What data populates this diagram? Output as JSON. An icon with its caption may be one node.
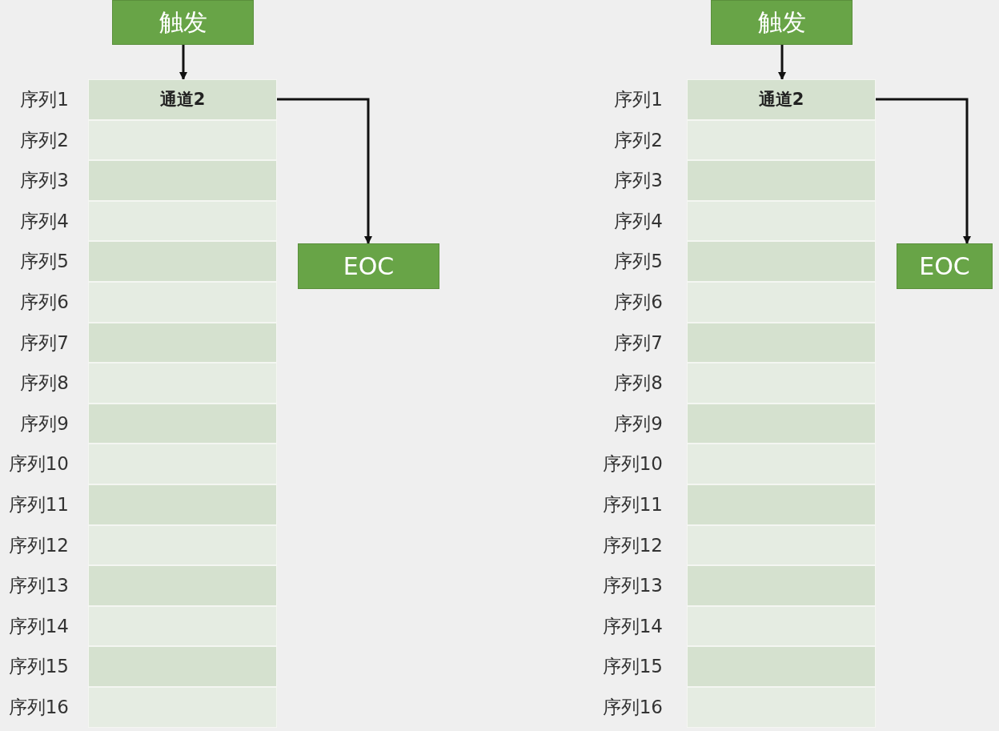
{
  "diagram": {
    "nodes": [
      {
        "text": [
          "触发"
        ]
      },
      {
        "text": [
          "通道2"
        ],
        "beside": [
          "序列1"
        ]
      },
      {
        "text": [],
        "shape": "box",
        "beside": [
          "序列2"
        ]
      },
      {
        "text": [],
        "shape": "box",
        "beside": [
          "序列3"
        ]
      },
      {
        "text": [],
        "shape": "box",
        "beside": [
          "序列4"
        ]
      },
      {
        "text": [],
        "shape": "box",
        "beside": [
          "序列5"
        ]
      },
      {
        "text": [],
        "shape": "box",
        "beside": [
          "序列6"
        ]
      },
      {
        "text": [],
        "shape": "box",
        "beside": [
          "序列7"
        ]
      },
      {
        "text": [],
        "shape": "box",
        "beside": [
          "序列8"
        ]
      },
      {
        "text": [],
        "shape": "box",
        "beside": [
          "序列9"
        ]
      },
      {
        "text": [],
        "shape": "box",
        "beside": [
          "序列10"
        ]
      },
      {
        "text": [],
        "shape": "box",
        "beside": [
          "序列11"
        ]
      },
      {
        "text": [],
        "shape": "box",
        "beside": [
          "序列12"
        ]
      },
      {
        "text": [],
        "shape": "box",
        "beside": [
          "序列13"
        ]
      },
      {
        "text": [],
        "shape": "box",
        "beside": [
          "序列14"
        ]
      },
      {
        "text": [],
        "shape": "box",
        "beside": [
          "序列15"
        ]
      },
      {
        "text": [],
        "shape": "box",
        "beside": [
          "序列16"
        ]
      },
      {
        "text": [
          "EOC"
        ]
      },
      {
        "text": [
          "触发"
        ]
      },
      {
        "text": [
          "通道2"
        ],
        "beside": [
          "序列1"
        ]
      },
      {
        "text": [],
        "shape": "box",
        "beside": [
          "序列2"
        ]
      },
      {
        "text": [],
        "shape": "box",
        "beside": [
          "序列3"
        ]
      },
      {
        "text": [],
        "shape": "box",
        "beside": [
          "序列4"
        ]
      },
      {
        "text": [],
        "shape": "box",
        "beside": [
          "序列5"
        ]
      },
      {
        "text": [],
        "shape": "box",
        "beside": [
          "序列6"
        ]
      },
      {
        "text": [],
        "shape": "box",
        "beside": [
          "序列7"
        ]
      },
      {
        "text": [],
        "shape": "box",
        "beside": [
          "序列8"
        ]
      },
      {
        "text": [],
        "shape": "box",
        "beside": [
          "序列9"
        ]
      },
      {
        "text": [],
        "shape": "box",
        "beside": [
          "序列10"
        ]
      },
      {
        "text": [],
        "shape": "box",
        "beside": [
          "序列11"
        ]
      },
      {
        "text": [],
        "shape": "box",
        "beside": [
          "序列12"
        ]
      },
      {
        "text": [],
        "shape": "box",
        "beside": [
          "序列13"
        ]
      },
      {
        "text": [],
        "shape": "box",
        "beside": [
          "序列14"
        ]
      },
      {
        "text": [],
        "shape": "box",
        "beside": [
          "序列15"
        ]
      },
      {
        "text": [],
        "shape": "box",
        "beside": [
          "序列16"
        ]
      },
      {
        "text": [
          "EOC"
        ]
      }
    ],
    "edges": [
      {
        "from": 0,
        "to": 1,
        "arrow": "to"
      },
      {
        "from": 1,
        "to": 17,
        "arrow": "to"
      },
      {
        "from": 18,
        "to": 19,
        "arrow": "to"
      },
      {
        "from": 19,
        "to": 35,
        "arrow": "to"
      }
    ]
  }
}
